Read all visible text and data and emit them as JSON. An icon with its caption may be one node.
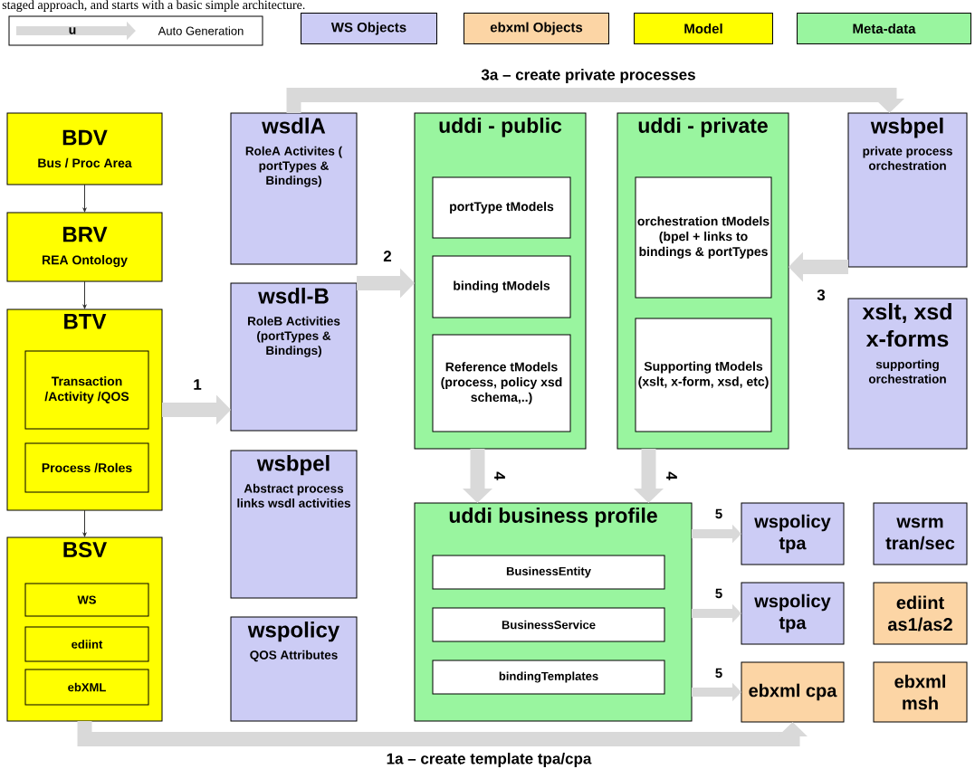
{
  "diagram": {
    "nodes": [
      {
        "text": [
          "BDV",
          "Bus / Proc Area"
        ]
      },
      {
        "text": [
          "BRV",
          "REA Ontology"
        ]
      },
      {
        "text": [
          "BTV"
        ]
      },
      {
        "text": [
          "Transaction /Activity /QOS"
        ],
        "in": 2
      },
      {
        "text": [
          "Process /Roles"
        ],
        "in": 2
      },
      {
        "text": [
          "BSV"
        ]
      },
      {
        "text": [
          "WS"
        ],
        "in": 5
      },
      {
        "text": [
          "ediint"
        ],
        "in": 5
      },
      {
        "text": [
          "ebXML"
        ],
        "in": 5
      },
      {
        "text": [
          "wsdlA",
          "RoleA Activites ( portTypes & Bindings)"
        ]
      },
      {
        "text": [
          "wsdl-B",
          "RoleB Activities (portTypes & Bindings)"
        ]
      },
      {
        "text": [
          "wsbpel",
          "Abstract process links wsdl activities"
        ]
      },
      {
        "text": [
          "wspolicy",
          "QOS Attributes"
        ]
      },
      {
        "text": [
          "uddi - public"
        ]
      },
      {
        "text": [
          "portType tModels"
        ],
        "in": 13
      },
      {
        "text": [
          "binding tModels"
        ],
        "in": 13
      },
      {
        "text": [
          "Reference tModels (process, policy xsd schema,..)"
        ],
        "in": 13
      },
      {
        "text": [
          "uddi - private"
        ]
      },
      {
        "text": [
          "orchestration tModels (bpel + links to bindings & portTypes"
        ],
        "in": 17
      },
      {
        "text": [
          "Supporting tModels (xslt, x-form, xsd, etc)"
        ],
        "in": 17
      },
      {
        "text": [
          "wsbpel",
          "private process orchestration"
        ]
      },
      {
        "text": [
          "xslt, xsd x-forms",
          "supporting orchestration"
        ]
      },
      {
        "text": [
          "uddi business profile"
        ]
      },
      {
        "text": [
          "BusinessEntity"
        ],
        "in": 22
      },
      {
        "text": [
          "BusinessService"
        ],
        "in": 22
      },
      {
        "text": [
          "bindingTemplates"
        ],
        "in": 22
      },
      {
        "text": [
          "wspolicy tpa"
        ]
      },
      {
        "text": [
          "wsrm tran/sec"
        ]
      },
      {
        "text": [
          "wspolicy tpa"
        ]
      },
      {
        "text": [
          "ediint as1/as2"
        ]
      },
      {
        "text": [
          "ebxml cpa"
        ]
      },
      {
        "text": [
          "ebxml msh"
        ]
      }
    ],
    "edges": [
      {
        "from": 0,
        "to": 1,
        "arrow": "to",
        "color": "#333333"
      },
      {
        "from": 1,
        "to": 2,
        "arrow": "to",
        "color": "#333333"
      },
      {
        "from": 2,
        "to": 5,
        "arrow": "to",
        "color": "#333333"
      },
      {
        "from": 2,
        "to": 10,
        "arrow": "to",
        "label": "1"
      },
      {
        "from": 10,
        "to": 13,
        "arrow": "to",
        "label": "2"
      },
      {
        "from": 20,
        "to": 17,
        "arrow": "to",
        "label": "3"
      },
      {
        "from": 9,
        "to": 20,
        "arrow": "to",
        "label": "3a – create private processes"
      },
      {
        "from": 13,
        "to": 22,
        "arrow": "to",
        "label": "4"
      },
      {
        "from": 17,
        "to": 22,
        "arrow": "to",
        "label": "4"
      },
      {
        "from": 22,
        "to": 26,
        "arrow": "to",
        "label": "5"
      },
      {
        "from": 22,
        "to": 28,
        "arrow": "to",
        "label": "5"
      },
      {
        "from": 22,
        "to": 30,
        "arrow": "to",
        "label": "5"
      },
      {
        "from": 5,
        "to": 30,
        "arrow": "to",
        "label": "1a – create template tpa/cpa"
      }
    ],
    "labels": [
      "staged approach, and starts with a basic simple architecture.",
      "u"
    ],
    "legend": [
      {
        "text": "Auto Generation"
      },
      {
        "text": "WS Objects",
        "color": "#ccccf5"
      },
      {
        "text": "ebxml Objects",
        "color": "#fcd5a5"
      },
      {
        "text": "Model",
        "color": "#ffff00"
      },
      {
        "text": "Meta-data",
        "color": "#99f59f"
      }
    ]
  }
}
